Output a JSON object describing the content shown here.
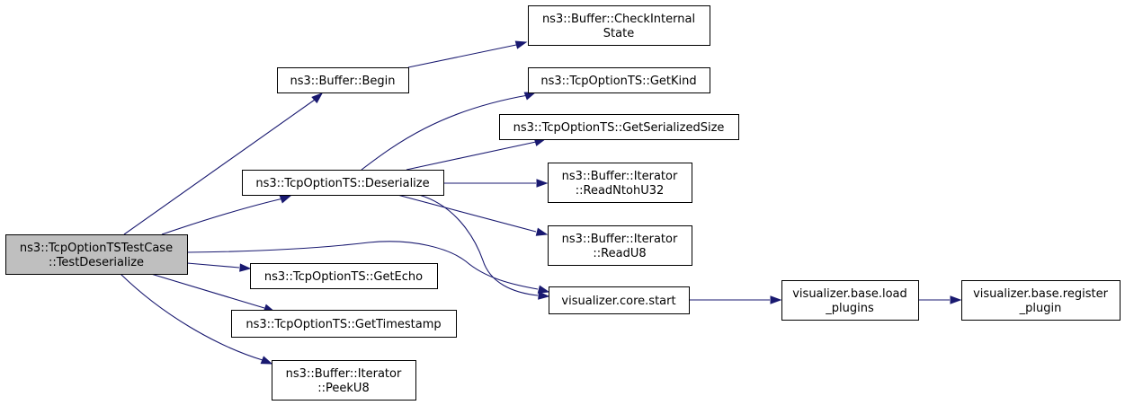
{
  "nodes": [
    {
      "id": "root",
      "lines": [
        "ns3::TcpOptionTSTestCase",
        "::TestDeserialize"
      ],
      "highlighted": true
    },
    {
      "id": "buffer-begin",
      "lines": [
        "ns3::Buffer::Begin"
      ]
    },
    {
      "id": "check-internal-state",
      "lines": [
        "ns3::Buffer::CheckInternal",
        "State"
      ]
    },
    {
      "id": "deserialize",
      "lines": [
        "ns3::TcpOptionTS::Deserialize"
      ]
    },
    {
      "id": "get-kind",
      "lines": [
        "ns3::TcpOptionTS::GetKind"
      ]
    },
    {
      "id": "get-serialized-size",
      "lines": [
        "ns3::TcpOptionTS::GetSerializedSize"
      ]
    },
    {
      "id": "read-ntoh-u32",
      "lines": [
        "ns3::Buffer::Iterator",
        "::ReadNtohU32"
      ]
    },
    {
      "id": "read-u8",
      "lines": [
        "ns3::Buffer::Iterator",
        "::ReadU8"
      ]
    },
    {
      "id": "get-echo",
      "lines": [
        "ns3::TcpOptionTS::GetEcho"
      ]
    },
    {
      "id": "get-timestamp",
      "lines": [
        "ns3::TcpOptionTS::GetTimestamp"
      ]
    },
    {
      "id": "peek-u8",
      "lines": [
        "ns3::Buffer::Iterator",
        "::PeekU8"
      ]
    },
    {
      "id": "core-start",
      "lines": [
        "visualizer.core.start"
      ]
    },
    {
      "id": "load-plugins",
      "lines": [
        "visualizer.base.load",
        "_plugins"
      ]
    },
    {
      "id": "register-plugin",
      "lines": [
        "visualizer.base.register",
        "_plugin"
      ]
    }
  ],
  "edges": [
    {
      "from": "root",
      "to": "buffer-begin"
    },
    {
      "from": "root",
      "to": "deserialize"
    },
    {
      "from": "root",
      "to": "core-start"
    },
    {
      "from": "root",
      "to": "get-echo"
    },
    {
      "from": "root",
      "to": "get-timestamp"
    },
    {
      "from": "root",
      "to": "peek-u8"
    },
    {
      "from": "buffer-begin",
      "to": "check-internal-state"
    },
    {
      "from": "deserialize",
      "to": "get-kind"
    },
    {
      "from": "deserialize",
      "to": "get-serialized-size"
    },
    {
      "from": "deserialize",
      "to": "read-ntoh-u32"
    },
    {
      "from": "deserialize",
      "to": "read-u8"
    },
    {
      "from": "deserialize",
      "to": "core-start"
    },
    {
      "from": "core-start",
      "to": "load-plugins"
    },
    {
      "from": "load-plugins",
      "to": "register-plugin"
    }
  ],
  "colors": {
    "edge": "#191970",
    "node_border": "#000000",
    "node_fill": "#ffffff",
    "highlighted_fill": "#bfbfbf"
  }
}
